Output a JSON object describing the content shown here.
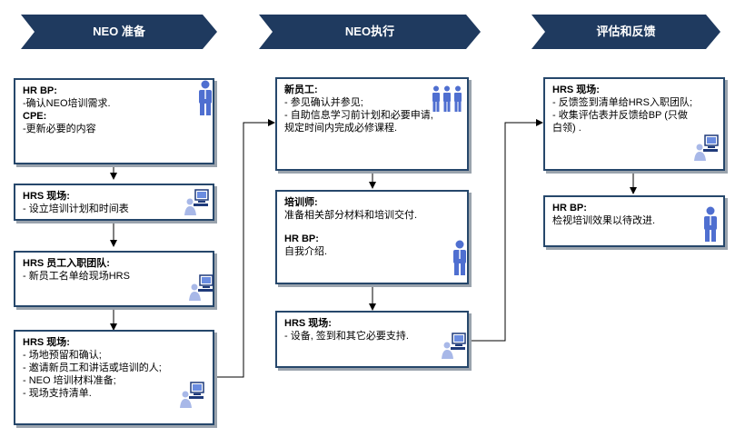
{
  "headers": {
    "neo_prep": "NEO 准备",
    "neo_exec": "NEO执行",
    "evaluation": "评估和反馈"
  },
  "column1": {
    "box1": {
      "title1": "HR BP:",
      "line1": "-确认NEO培训需求.",
      "title2": "CPE:",
      "line2": "-更新必要的内容"
    },
    "box2": {
      "title": "HRS 现场:",
      "line1": "- 设立培训计划和时间表"
    },
    "box3": {
      "title": "HRS 员工入职团队:",
      "line1": "- 新员工名单给现场HRS"
    },
    "box4": {
      "title": "HRS 现场:",
      "line1": "- 场地预留和确认;",
      "line2": "- 邀请新员工和讲话或培训的人;",
      "line3": "- NEO 培训材料准备;",
      "line4": "- 现场支持清单."
    }
  },
  "column2": {
    "box1": {
      "title": "新员工:",
      "line1": "- 参见确认并参见;",
      "line2": "- 自助信息学习前计划和必要申请,",
      "line3": "规定时间内完成必修课程."
    },
    "box2": {
      "title1": "培训师:",
      "line1": "准备相关部分材料和培训交付.",
      "title2": "HR BP:",
      "line2": "自我介绍."
    },
    "box3": {
      "title": "HRS 现场:",
      "line1": "- 设备, 签到和其它必要支持."
    }
  },
  "column3": {
    "box1": {
      "title": "HRS 现场:",
      "line1": "- 反馈签到清单给HRS入职团队;",
      "line2": "- 收集评估表并反馈给BP (只做",
      "line3": "白领) ."
    },
    "box2": {
      "title": "HR BP:",
      "line1": "检视培训效果以待改进."
    }
  },
  "icons": {
    "person": "person-icon",
    "group": "people-group-icon",
    "computer_user": "computer-user-icon"
  },
  "colors": {
    "header_fill": "#1f3a5f",
    "box_border": "#26476b",
    "person_icon": "#4f6fd0",
    "arrow": "#000000"
  }
}
